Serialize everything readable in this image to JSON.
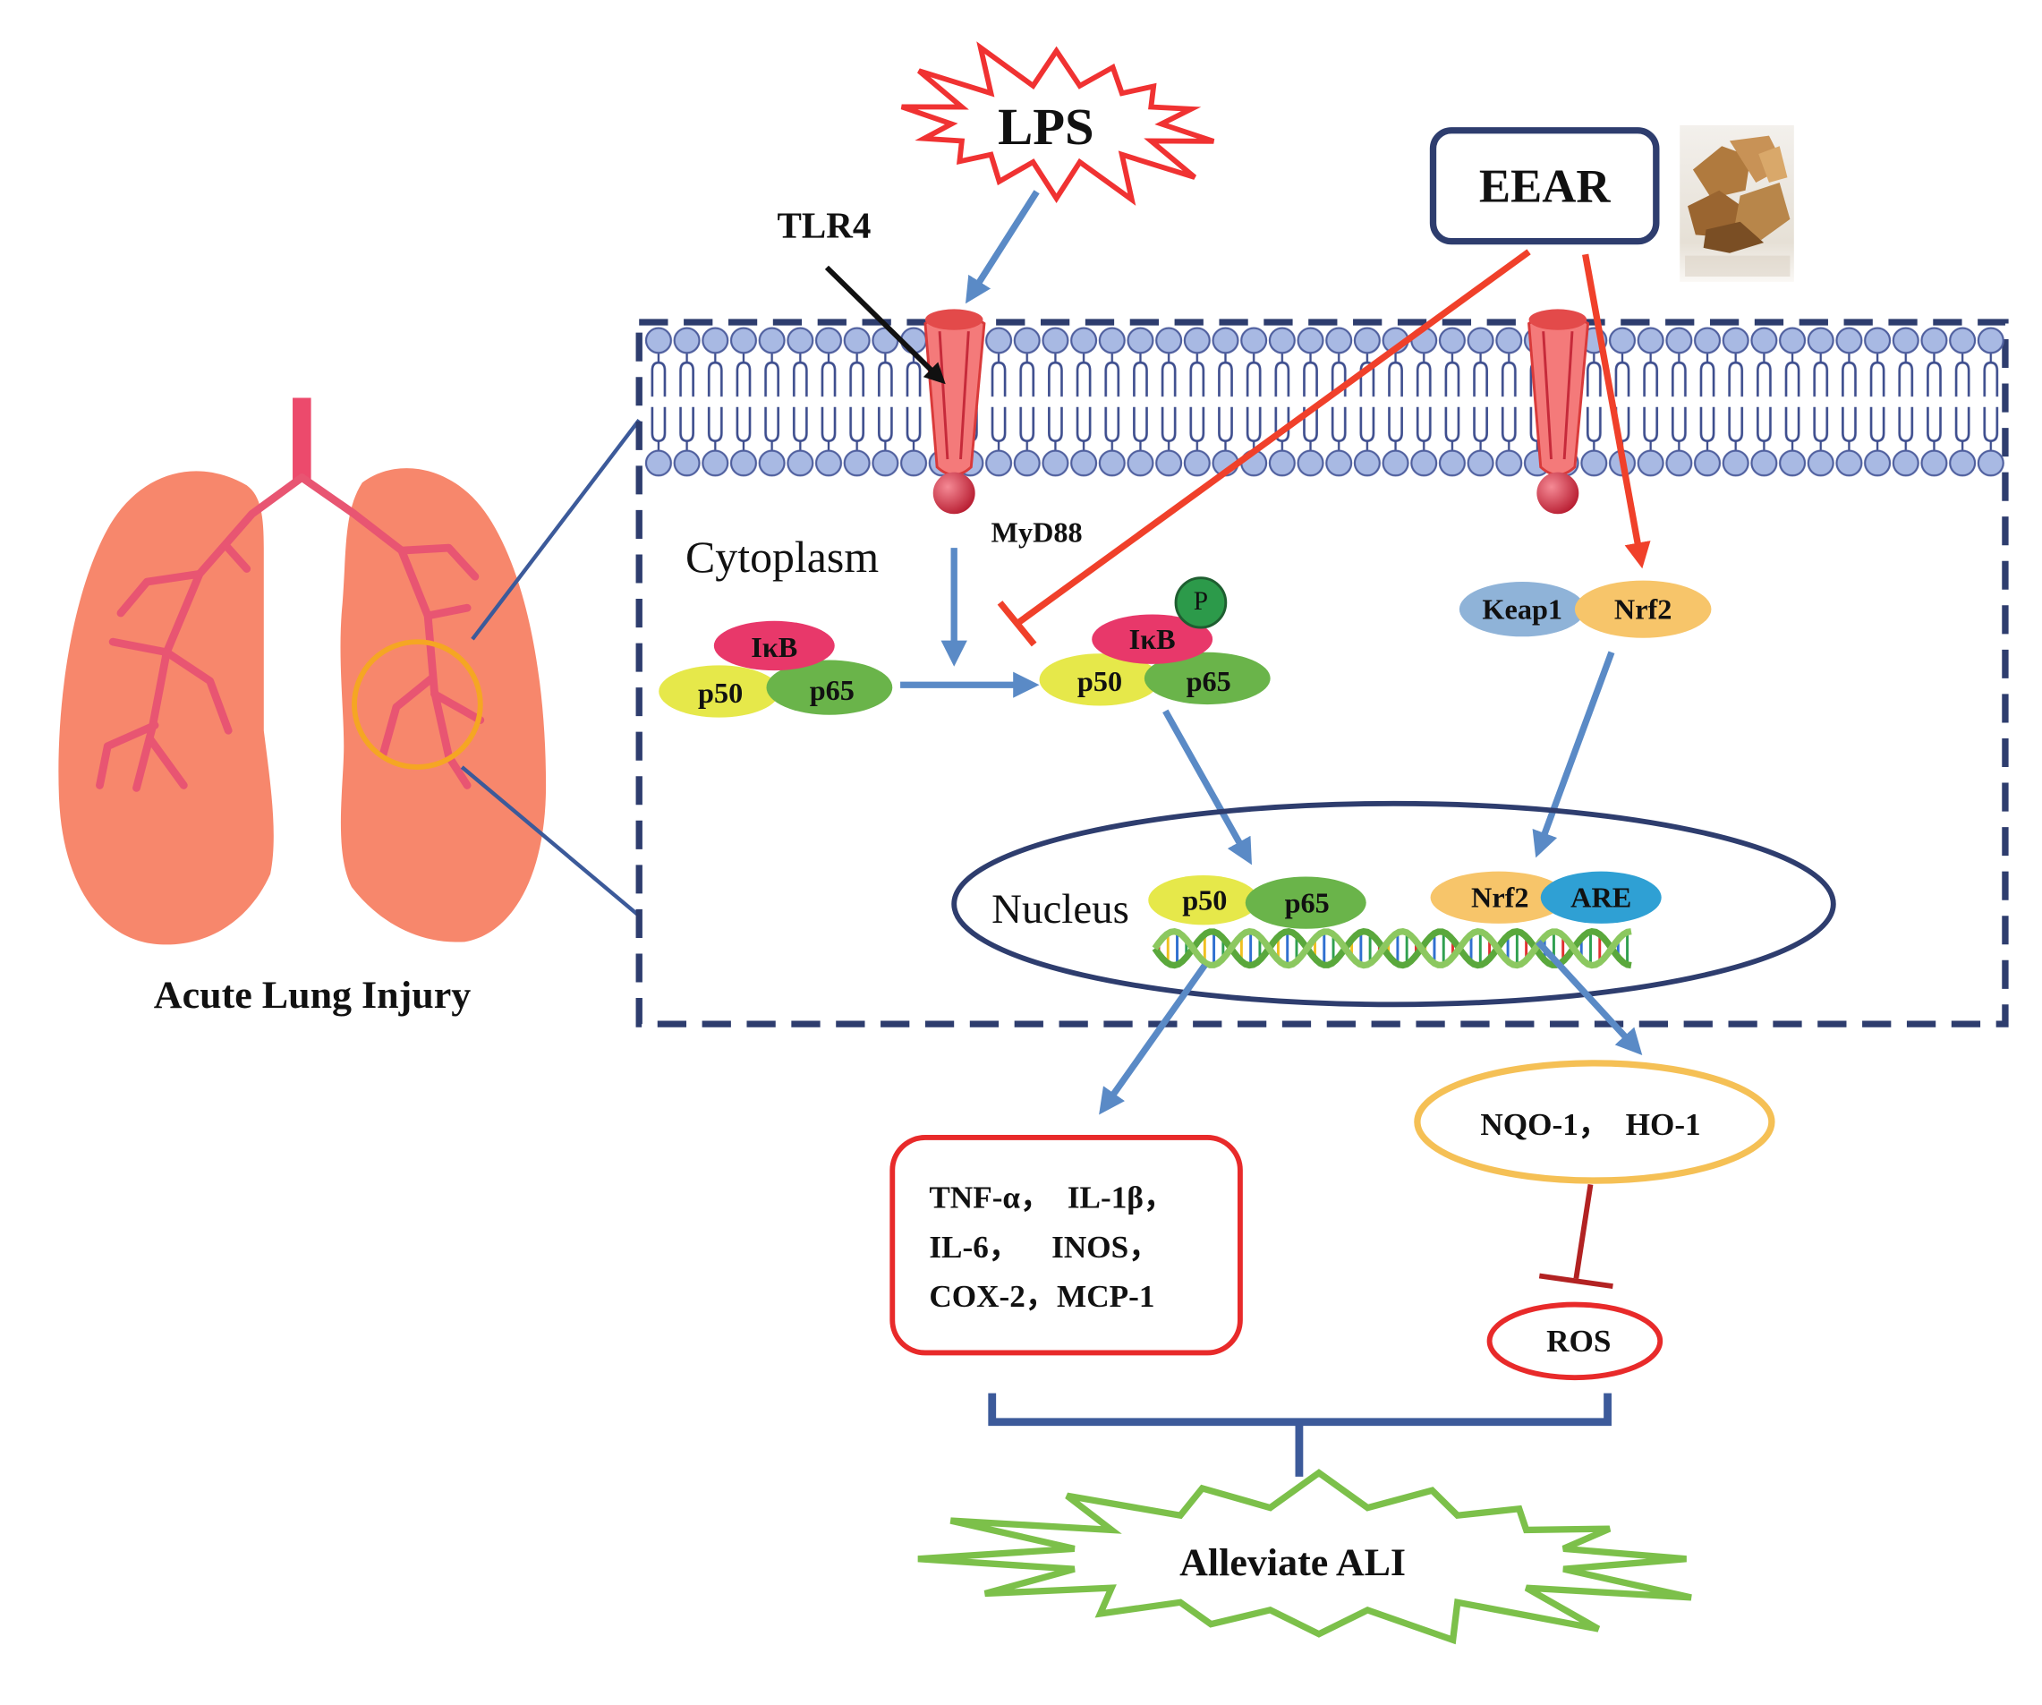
{
  "lung_panel": {
    "caption": "Acute Lung Injury"
  },
  "stimulus": {
    "label": "LPS"
  },
  "treatment": {
    "label": "EEAR"
  },
  "receptor": {
    "tlr4_label": "TLR4",
    "adaptor_label": "MyD88"
  },
  "compartments": {
    "cytoplasm": "Cytoplasm",
    "nucleus": "Nucleus"
  },
  "nfkb_inactive": {
    "inhibitor": "IκB",
    "p50": "p50",
    "p65": "p65"
  },
  "nfkb_phospho": {
    "phospho": "P",
    "inhibitor": "IκB",
    "p50": "p50",
    "p65": "p65"
  },
  "keap_complex": {
    "keap1": "Keap1",
    "nrf2": "Nrf2"
  },
  "nuclear": {
    "p50": "p50",
    "p65": "p65",
    "nrf2": "Nrf2",
    "are": "ARE"
  },
  "inflammatory_mediators": {
    "lines": [
      "TNF-α，  IL-1β，",
      "IL-6，    INOS，",
      "COX-2，MCP-1"
    ]
  },
  "antioxidant_enzymes": {
    "label": "NQO-1，  HO-1"
  },
  "ros": {
    "label": "ROS"
  },
  "outcome": {
    "label": "Alleviate ALI"
  },
  "colors": {
    "lung": "#f7876c",
    "bronchi": "#e85572",
    "zoom_circle": "#f5a623",
    "membrane_frame": "#2e3d6e",
    "lps_outline": "#f03232",
    "activation_blue": "#5a8ac6",
    "inhibition_red": "#f0402a",
    "ikb": "#e8386a",
    "p50": "#e6e84a",
    "p65": "#6ab44a",
    "phospho": "#2c9a4a",
    "keap1": "#8fb3d8",
    "nrf2": "#f7c56a",
    "are": "#2fa0d4",
    "mediator_box": "#e82a2a",
    "enzyme_ellipse": "#f5c055",
    "ros_ellipse": "#e82a2a",
    "outcome_star": "#7cc04a"
  }
}
